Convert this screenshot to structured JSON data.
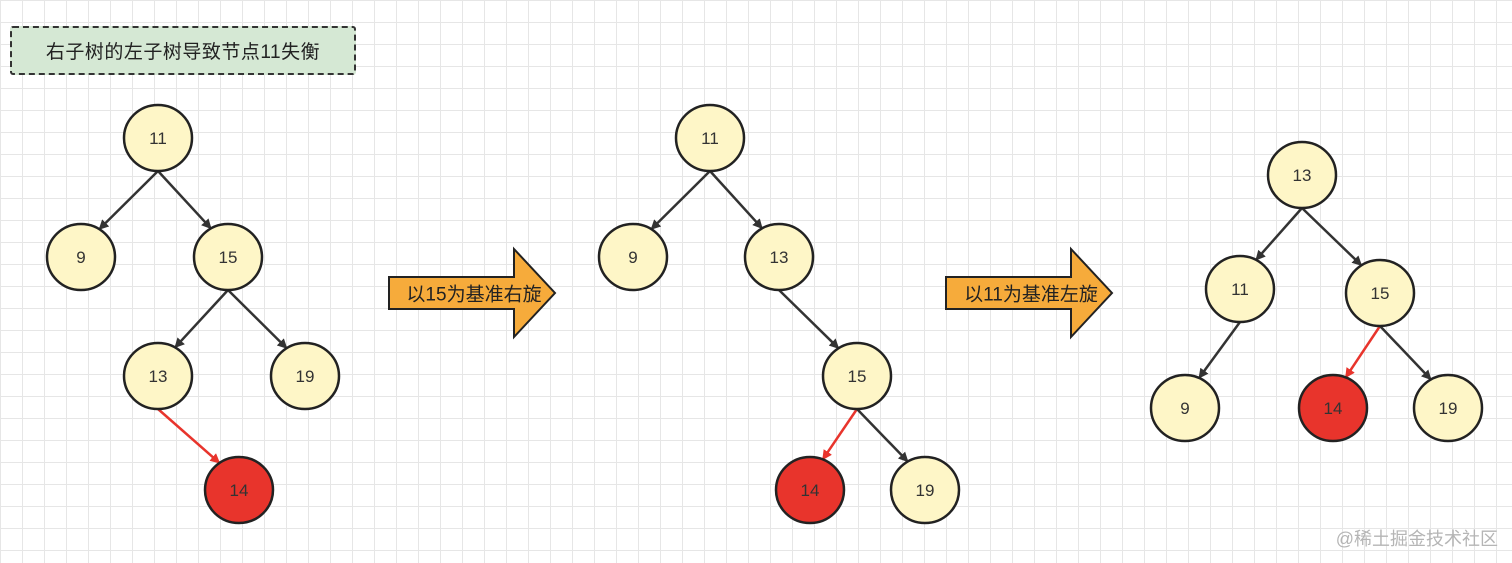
{
  "caption": "右子树的左子树导致节点11失衡",
  "step1_label": "以15为基准右旋",
  "step2_label": "以11为基准左旋",
  "watermark": "@稀土掘金技术社区",
  "colors": {
    "node_fill": "#fef6c7",
    "node_highlight": "#e8342c",
    "edge": "#333333",
    "edge_highlight": "#e8342c",
    "arrow_fill": "#f6ab3b",
    "caption_fill": "#d5e8d4"
  },
  "trees": [
    {
      "name": "before",
      "nodes": [
        {
          "id": "a11",
          "label": "11"
        },
        {
          "id": "a9",
          "label": "9"
        },
        {
          "id": "a15",
          "label": "15"
        },
        {
          "id": "a13",
          "label": "13"
        },
        {
          "id": "a19",
          "label": "19"
        },
        {
          "id": "a14",
          "label": "14",
          "highlight": true
        }
      ],
      "edges": [
        [
          "a11",
          "a9"
        ],
        [
          "a11",
          "a15"
        ],
        [
          "a15",
          "a13"
        ],
        [
          "a15",
          "a19"
        ],
        [
          "a13",
          "a14",
          true
        ]
      ]
    },
    {
      "name": "after-right-rotation",
      "nodes": [
        {
          "id": "b11",
          "label": "11"
        },
        {
          "id": "b9",
          "label": "9"
        },
        {
          "id": "b13",
          "label": "13"
        },
        {
          "id": "b15",
          "label": "15"
        },
        {
          "id": "b14",
          "label": "14",
          "highlight": true
        },
        {
          "id": "b19",
          "label": "19"
        }
      ],
      "edges": [
        [
          "b11",
          "b9"
        ],
        [
          "b11",
          "b13"
        ],
        [
          "b13",
          "b15"
        ],
        [
          "b15",
          "b14",
          true
        ],
        [
          "b15",
          "b19"
        ]
      ]
    },
    {
      "name": "after-left-rotation",
      "nodes": [
        {
          "id": "c13",
          "label": "13"
        },
        {
          "id": "c11",
          "label": "11"
        },
        {
          "id": "c15",
          "label": "15"
        },
        {
          "id": "c9",
          "label": "9"
        },
        {
          "id": "c14",
          "label": "14",
          "highlight": true
        },
        {
          "id": "c19",
          "label": "19"
        }
      ],
      "edges": [
        [
          "c13",
          "c11"
        ],
        [
          "c13",
          "c15"
        ],
        [
          "c11",
          "c9"
        ],
        [
          "c15",
          "c14",
          true
        ],
        [
          "c15",
          "c19"
        ]
      ]
    }
  ]
}
